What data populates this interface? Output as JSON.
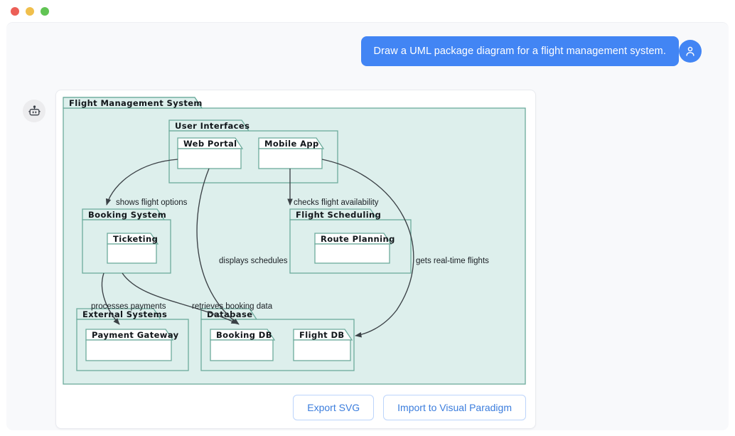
{
  "window": {
    "traffic_lights": [
      "close",
      "minimize",
      "zoom"
    ],
    "colors": {
      "close": "#ec5f57",
      "minimize": "#f0bf4c",
      "zoom": "#61c454",
      "accent": "#4285f4",
      "button_text": "#3b7ddd",
      "package_fill": "#ddefec",
      "package_stroke": "#6cab9c",
      "inner_fill": "#ffffff",
      "surface": "#f8f9fb"
    }
  },
  "chat": {
    "user": {
      "avatar_icon": "user-icon",
      "message": "Draw a UML package diagram for a flight management system."
    },
    "assistant": {
      "avatar_icon": "robot-icon"
    }
  },
  "actions": {
    "export_label": "Export SVG",
    "import_label": "Import to Visual Paradigm"
  },
  "diagram": {
    "type": "uml-package-diagram",
    "root": {
      "name": "Flight Management System"
    },
    "packages": [
      {
        "id": "user-interfaces",
        "name": "User Interfaces",
        "parent": "root"
      },
      {
        "id": "web-portal",
        "name": "Web Portal",
        "parent": "user-interfaces"
      },
      {
        "id": "mobile-app",
        "name": "Mobile App",
        "parent": "user-interfaces"
      },
      {
        "id": "booking-system",
        "name": "Booking System",
        "parent": "root"
      },
      {
        "id": "ticketing",
        "name": "Ticketing",
        "parent": "booking-system"
      },
      {
        "id": "flight-scheduling",
        "name": "Flight Scheduling",
        "parent": "root"
      },
      {
        "id": "route-planning",
        "name": "Route Planning",
        "parent": "flight-scheduling"
      },
      {
        "id": "external-systems",
        "name": "External Systems",
        "parent": "root"
      },
      {
        "id": "payment-gateway",
        "name": "Payment Gateway",
        "parent": "external-systems"
      },
      {
        "id": "database",
        "name": "Database",
        "parent": "root"
      },
      {
        "id": "booking-db",
        "name": "Booking DB",
        "parent": "database"
      },
      {
        "id": "flight-db",
        "name": "Flight DB",
        "parent": "database"
      }
    ],
    "relations": [
      {
        "from": "web-portal",
        "to": "booking-system",
        "label": "shows flight options"
      },
      {
        "from": "mobile-app",
        "to": "flight-scheduling",
        "label": "checks flight availability"
      },
      {
        "from": "web-portal",
        "to": "booking-db",
        "label": "displays schedules"
      },
      {
        "from": "booking-system",
        "to": "payment-gateway",
        "label": "processes payments"
      },
      {
        "from": "booking-system",
        "to": "booking-db",
        "label": "retrieves booking data"
      },
      {
        "from": "mobile-app",
        "to": "flight-db",
        "label": "gets real-time flights"
      }
    ]
  }
}
